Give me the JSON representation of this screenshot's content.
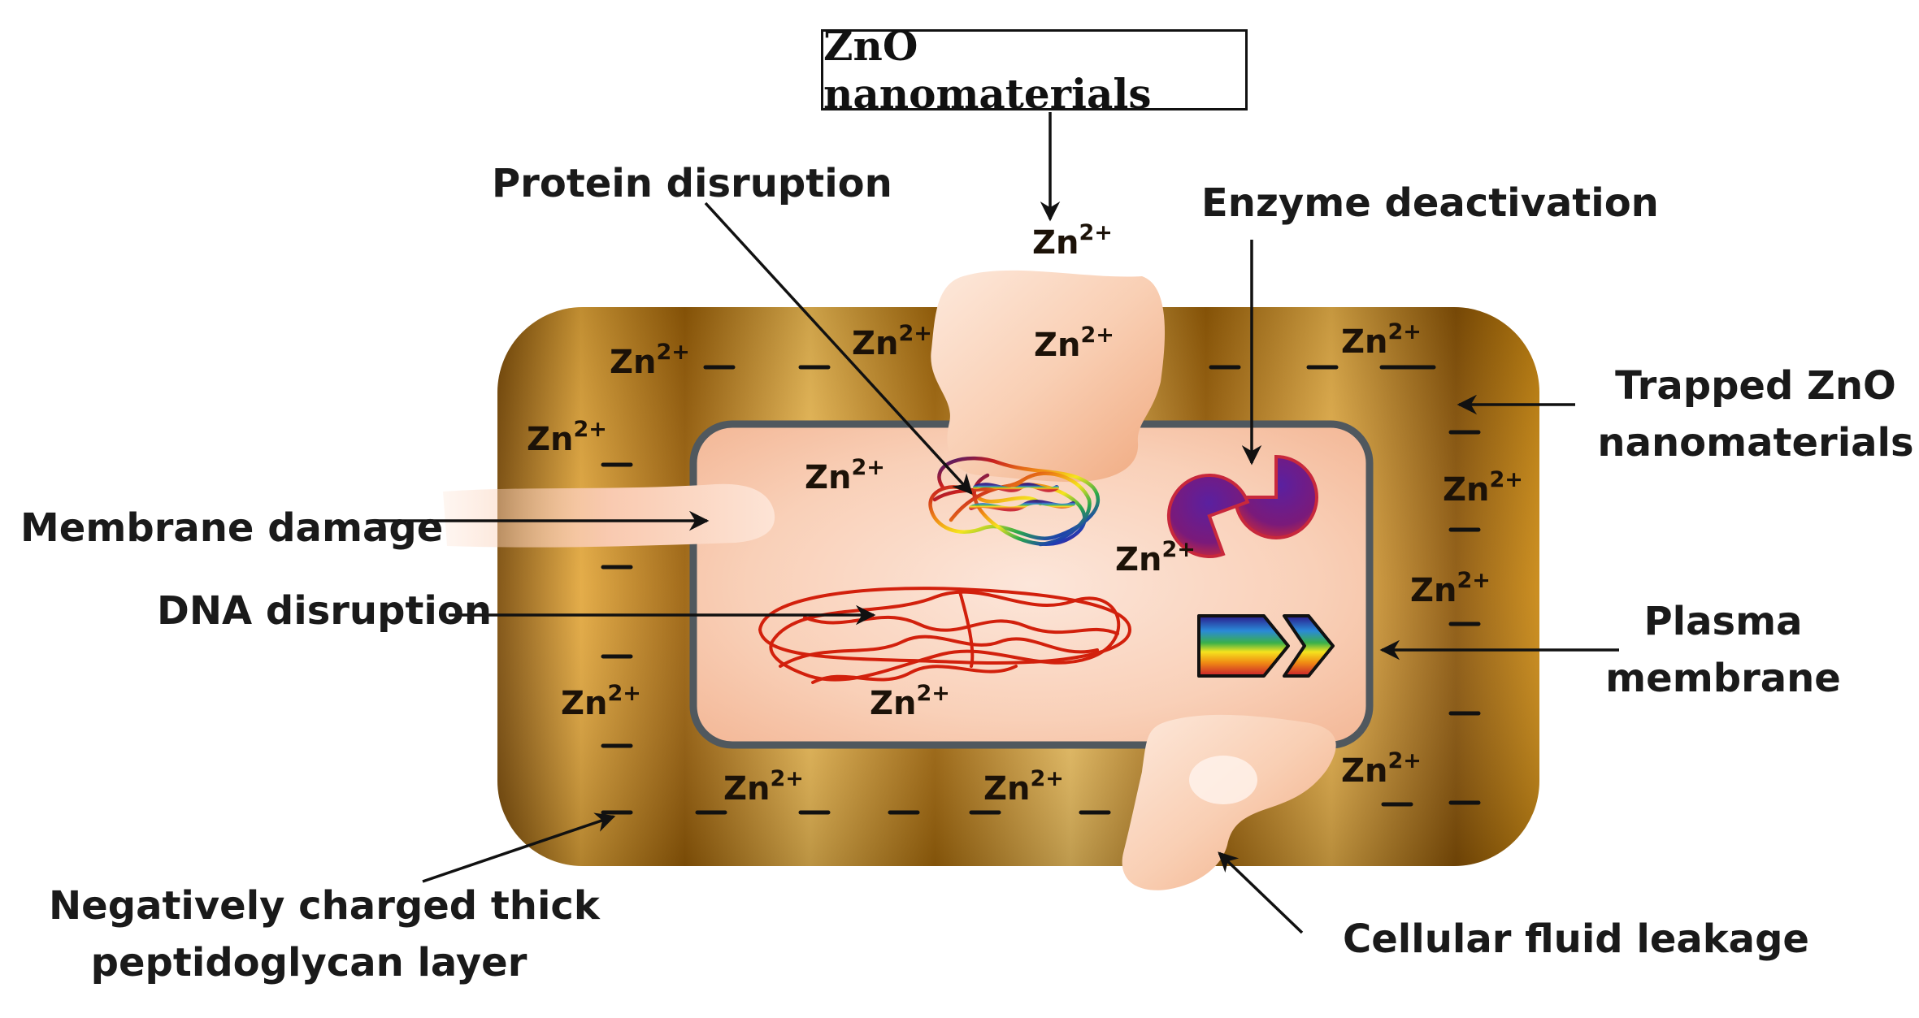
{
  "title": "ZnO nanomaterials",
  "labels": {
    "protein_disruption": "Protein disruption",
    "enzyme_deactivation": "Enzyme deactivation",
    "trapped_line1": "Trapped ZnO",
    "trapped_line2": "nanomaterials",
    "membrane_damage": "Membrane damage",
    "dna_disruption": "DNA disruption",
    "plasma_line1": "Plasma",
    "plasma_line2": "membrane",
    "peptido_line1": "Negatively charged thick",
    "peptido_line2": "peptidoglycan layer",
    "fluid_leakage": "Cellular fluid leakage"
  },
  "ion": {
    "base": "Zn",
    "charge": "2+"
  },
  "charge_mark": "_",
  "colors": {
    "cell_wall": "#c8860f",
    "cell_wall_light": "#f2c057",
    "cell_wall_dark": "#6e4304",
    "cytoplasm": "#fbd6c2",
    "membrane": "#50585e",
    "dna": "#d2200c",
    "enzyme": "#7a1a7a"
  }
}
